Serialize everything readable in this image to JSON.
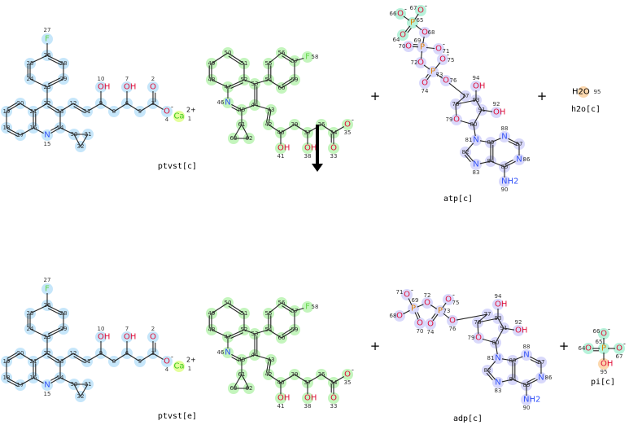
{
  "title": "Reaction: ptvst[c] + atp[c] + h2o[c] -> ptvst[e] + adp[c] + pi[c]",
  "colors": {
    "ptvst": "#c6e6fa",
    "ptvst_core": "#c4f5bd",
    "nucleotide": "#d9d9fb",
    "phosphate": "#b7f2da",
    "water": "#fcd7ad",
    "calcium": "#e4ff9c",
    "O": "#e0103a",
    "N": "#3050f8",
    "F": "#64d84a",
    "P": "#e08000",
    "Ca": "#3cc820",
    "C": "#222222"
  },
  "operators": {
    "plus_top_1": "+",
    "plus_top_2": "+",
    "plus_bottom_1": "+",
    "plus_bottom_2": "+"
  },
  "molecules": [
    {
      "id": "ptvst_c",
      "label": "ptvst[c]",
      "atoms": [
        {
          "n": "27",
          "s": "F"
        },
        {
          "n": "26"
        },
        {
          "n": "25"
        },
        {
          "n": "28"
        },
        {
          "n": "24"
        },
        {
          "n": "29"
        },
        {
          "n": "23"
        },
        {
          "n": "22"
        },
        {
          "n": "21"
        },
        {
          "n": "13"
        },
        {
          "n": "14"
        },
        {
          "n": "15",
          "s": "N"
        },
        {
          "n": "16"
        },
        {
          "n": "20"
        },
        {
          "n": "19"
        },
        {
          "n": "18"
        },
        {
          "n": "17"
        },
        {
          "n": "12"
        },
        {
          "n": "11"
        },
        {
          "n": "9"
        },
        {
          "n": "10",
          "s": "OH"
        },
        {
          "n": "8"
        },
        {
          "n": "6"
        },
        {
          "n": "7",
          "s": "OH"
        },
        {
          "n": "5"
        },
        {
          "n": "3"
        },
        {
          "n": "2",
          "s": "O"
        },
        {
          "n": "4",
          "s": "O",
          "c": "-"
        },
        {
          "n": "1",
          "s": "Ca",
          "c": "2+"
        },
        {
          "n": "30"
        },
        {
          "n": "31"
        },
        {
          "n": "32"
        }
      ]
    },
    {
      "id": "core_top",
      "label": "",
      "atoms": [
        {
          "n": "50"
        },
        {
          "n": "49"
        },
        {
          "n": "51"
        },
        {
          "n": "48"
        },
        {
          "n": "52"
        },
        {
          "n": "47"
        },
        {
          "n": "46",
          "s": "N"
        },
        {
          "n": "45"
        },
        {
          "n": "44"
        },
        {
          "n": "53"
        },
        {
          "n": "61"
        },
        {
          "n": "63"
        },
        {
          "n": "62"
        },
        {
          "n": "55"
        },
        {
          "n": "56"
        },
        {
          "n": "57"
        },
        {
          "n": "58",
          "s": "F"
        },
        {
          "n": "59"
        },
        {
          "n": "60"
        },
        {
          "n": "54"
        },
        {
          "n": "43"
        },
        {
          "n": "42"
        },
        {
          "n": "40"
        },
        {
          "n": "41",
          "s": "OH"
        },
        {
          "n": "39"
        },
        {
          "n": "37"
        },
        {
          "n": "38",
          "s": "OH"
        },
        {
          "n": "36"
        },
        {
          "n": "34"
        },
        {
          "n": "33",
          "s": "O"
        },
        {
          "n": "35",
          "s": "O",
          "c": "-"
        }
      ]
    },
    {
      "id": "atp_c",
      "label": "atp[c]",
      "atoms": [
        {
          "n": "67",
          "s": "O",
          "c": "-"
        },
        {
          "n": "66",
          "s": "O",
          "c": "-"
        },
        {
          "n": "65",
          "s": "P"
        },
        {
          "n": "64",
          "s": "O"
        },
        {
          "n": "68",
          "s": "O"
        },
        {
          "n": "69",
          "s": "P"
        },
        {
          "n": "70",
          "s": "O"
        },
        {
          "n": "71",
          "s": "O",
          "c": "-"
        },
        {
          "n": "72",
          "s": "O"
        },
        {
          "n": "75",
          "s": "O",
          "c": "-"
        },
        {
          "n": "73",
          "s": "P"
        },
        {
          "n": "74",
          "s": "O"
        },
        {
          "n": "76",
          "s": "O"
        },
        {
          "n": "77"
        },
        {
          "n": "78"
        },
        {
          "n": "93"
        },
        {
          "n": "94",
          "s": "OH"
        },
        {
          "n": "91"
        },
        {
          "n": "92",
          "s": "OH"
        },
        {
          "n": "80"
        },
        {
          "n": "79",
          "s": "O"
        },
        {
          "n": "81",
          "s": "N"
        },
        {
          "n": "82"
        },
        {
          "n": "83",
          "s": "N"
        },
        {
          "n": "84"
        },
        {
          "n": "89"
        },
        {
          "n": "88",
          "s": "N"
        },
        {
          "n": "87"
        },
        {
          "n": "86",
          "s": "N"
        },
        {
          "n": "85"
        },
        {
          "n": "90",
          "s": "NH2"
        }
      ]
    },
    {
      "id": "h2o_c",
      "label": "h2o[c]",
      "atoms": [
        {
          "n": "95",
          "s": "H2O"
        }
      ]
    },
    {
      "id": "ptvst_e",
      "label": "ptvst[e]",
      "atoms": [
        {
          "n": "27",
          "s": "F"
        },
        {
          "n": "26"
        },
        {
          "n": "25"
        },
        {
          "n": "28"
        },
        {
          "n": "24"
        },
        {
          "n": "29"
        },
        {
          "n": "23"
        },
        {
          "n": "22"
        },
        {
          "n": "21"
        },
        {
          "n": "13"
        },
        {
          "n": "14"
        },
        {
          "n": "15",
          "s": "N"
        },
        {
          "n": "16"
        },
        {
          "n": "20"
        },
        {
          "n": "19"
        },
        {
          "n": "18"
        },
        {
          "n": "17"
        },
        {
          "n": "12"
        },
        {
          "n": "11"
        },
        {
          "n": "9"
        },
        {
          "n": "10",
          "s": "OH"
        },
        {
          "n": "8"
        },
        {
          "n": "6"
        },
        {
          "n": "7",
          "s": "OH"
        },
        {
          "n": "5"
        },
        {
          "n": "3"
        },
        {
          "n": "2",
          "s": "O"
        },
        {
          "n": "4",
          "s": "O",
          "c": "-"
        },
        {
          "n": "1",
          "s": "Ca",
          "c": "2+"
        },
        {
          "n": "30"
        },
        {
          "n": "31"
        },
        {
          "n": "32"
        }
      ]
    },
    {
      "id": "core_bottom",
      "label": "",
      "atoms": [
        {
          "n": "50"
        },
        {
          "n": "49"
        },
        {
          "n": "51"
        },
        {
          "n": "48"
        },
        {
          "n": "52"
        },
        {
          "n": "47"
        },
        {
          "n": "46",
          "s": "N"
        },
        {
          "n": "45"
        },
        {
          "n": "44"
        },
        {
          "n": "53"
        },
        {
          "n": "61"
        },
        {
          "n": "63"
        },
        {
          "n": "62"
        },
        {
          "n": "55"
        },
        {
          "n": "56"
        },
        {
          "n": "57"
        },
        {
          "n": "58",
          "s": "F"
        },
        {
          "n": "59"
        },
        {
          "n": "60"
        },
        {
          "n": "54"
        },
        {
          "n": "43"
        },
        {
          "n": "42"
        },
        {
          "n": "40"
        },
        {
          "n": "41",
          "s": "OH"
        },
        {
          "n": "39"
        },
        {
          "n": "37"
        },
        {
          "n": "38",
          "s": "OH"
        },
        {
          "n": "36"
        },
        {
          "n": "34"
        },
        {
          "n": "33",
          "s": "O"
        },
        {
          "n": "35",
          "s": "O",
          "c": "-"
        }
      ]
    },
    {
      "id": "adp_c",
      "label": "adp[c]",
      "atoms": [
        {
          "n": "71",
          "s": "O",
          "c": "-"
        },
        {
          "n": "68",
          "s": "O"
        },
        {
          "n": "69",
          "s": "P"
        },
        {
          "n": "70",
          "s": "O"
        },
        {
          "n": "72",
          "s": "O"
        },
        {
          "n": "75",
          "s": "O",
          "c": "-"
        },
        {
          "n": "73",
          "s": "P"
        },
        {
          "n": "74",
          "s": "O"
        },
        {
          "n": "76",
          "s": "O"
        },
        {
          "n": "77"
        },
        {
          "n": "78"
        },
        {
          "n": "93"
        },
        {
          "n": "94",
          "s": "OH"
        },
        {
          "n": "91"
        },
        {
          "n": "92",
          "s": "OH"
        },
        {
          "n": "80"
        },
        {
          "n": "79",
          "s": "O"
        },
        {
          "n": "81",
          "s": "N"
        },
        {
          "n": "82"
        },
        {
          "n": "83",
          "s": "N"
        },
        {
          "n": "84"
        },
        {
          "n": "89"
        },
        {
          "n": "88",
          "s": "N"
        },
        {
          "n": "87"
        },
        {
          "n": "86",
          "s": "N"
        },
        {
          "n": "85"
        },
        {
          "n": "90",
          "s": "NH2"
        }
      ]
    },
    {
      "id": "pi_c",
      "label": "pi[c]",
      "atoms": [
        {
          "n": "66",
          "s": "O",
          "c": "-"
        },
        {
          "n": "65",
          "s": "P"
        },
        {
          "n": "64",
          "s": "O"
        },
        {
          "n": "67",
          "s": "O",
          "c": "-"
        },
        {
          "n": "95",
          "s": "OH"
        }
      ]
    }
  ]
}
